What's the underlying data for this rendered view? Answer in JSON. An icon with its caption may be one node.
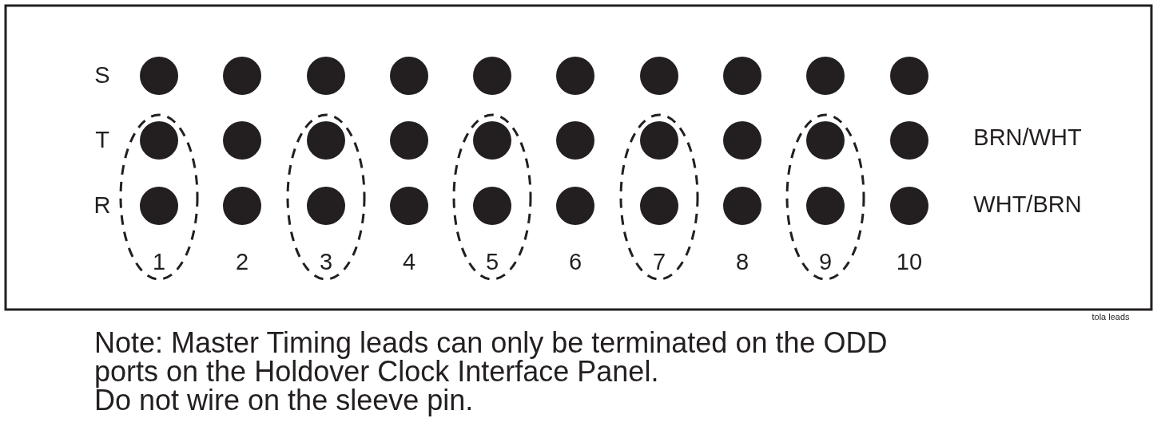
{
  "diagram": {
    "labels": [
      "S",
      "T",
      "BRN/WHT",
      "R",
      "WHT/BRN",
      "1",
      "2",
      "3",
      "4",
      "5",
      "6",
      "7",
      "8",
      "9",
      "10",
      "tola leads",
      "Note: Master Timing leads can only be terminated on the ODD ports on the Holdover Clock Interface Panel.",
      "Do not wire on the sleeve pin."
    ]
  }
}
